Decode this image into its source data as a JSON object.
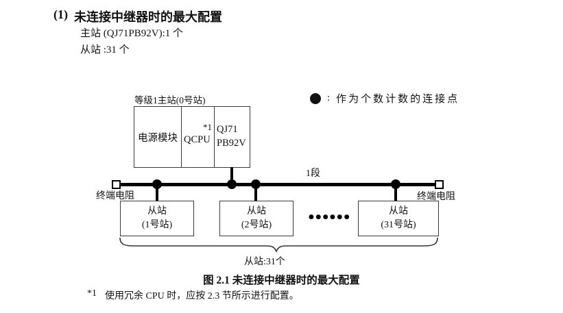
{
  "header": {
    "number": "(1)",
    "title": "未连接中继器时的最大配置",
    "master_line": "主站 (QJ71PB92V):1 个",
    "slave_line": "从站 :31 个"
  },
  "legend": {
    "separator": ":",
    "text": "作为个数计数的连接点"
  },
  "diagram": {
    "master_label": "等级1主站(0号站)",
    "master_cells": {
      "power": "电源模块",
      "cpu": "QCPU",
      "cpu_note": "*1",
      "module_line1": "QJ71",
      "module_line2": "PB92V"
    },
    "segment_label": "1段",
    "terminator_left": "终端电阻",
    "terminator_right": "终端电阻",
    "slaves": [
      {
        "name": "从站",
        "station": "(1号站)"
      },
      {
        "name": "从站",
        "station": "(2号站)"
      },
      {
        "name": "从站",
        "station": "(31号站)"
      }
    ],
    "ellipsis": "●●●●●●",
    "brace_label": "从站:31个"
  },
  "caption": "图 2.1 未连接中继器时的最大配置",
  "footnote": {
    "marker": "*1",
    "text": "使用冗余 CPU 时，应按 2.3 节所示进行配置。"
  },
  "colors": {
    "text": "#111111",
    "line": "#000000",
    "box_border": "#3a3a3a",
    "background": "#ffffff"
  }
}
